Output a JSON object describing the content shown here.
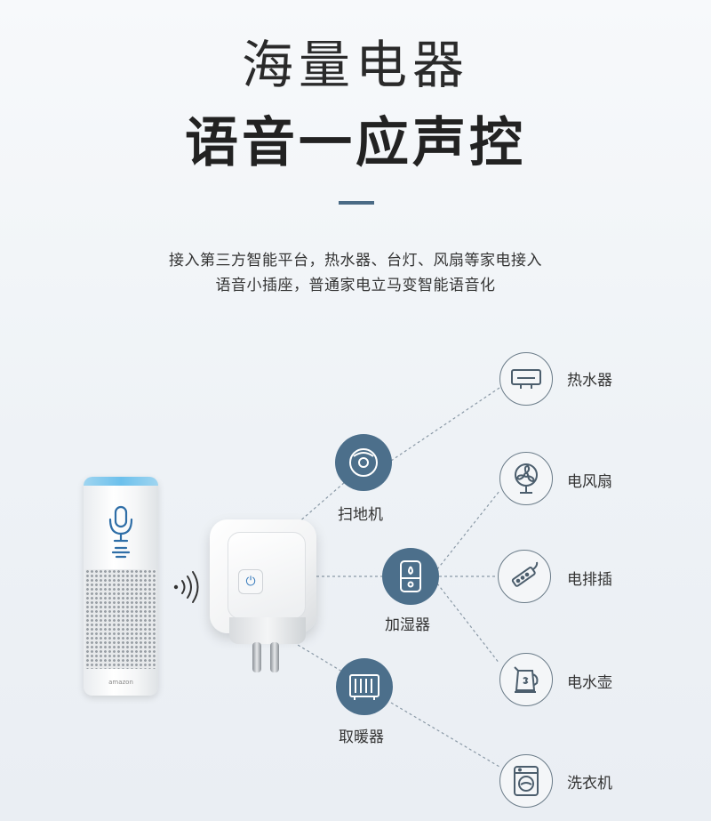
{
  "header": {
    "title_line1": "海量电器",
    "title_line2": "语音一应声控"
  },
  "description": {
    "line1": "接入第三方智能平台，热水器、台灯、风扇等家电接入",
    "line2": "语音小插座，普通家电立马变智能语音化"
  },
  "speaker": {
    "brand_text": "amazon"
  },
  "plug": {
    "power_symbol": "⏻"
  },
  "devices_middle": [
    {
      "label": "扫地机",
      "icon": "robot-vacuum-icon"
    },
    {
      "label": "加湿器",
      "icon": "humidifier-icon"
    },
    {
      "label": "取暖器",
      "icon": "heater-icon"
    }
  ],
  "devices_right": [
    {
      "label": "热水器",
      "icon": "water-heater-icon"
    },
    {
      "label": "电风扇",
      "icon": "fan-icon"
    },
    {
      "label": "电排插",
      "icon": "power-strip-icon"
    },
    {
      "label": "电水壶",
      "icon": "kettle-icon"
    },
    {
      "label": "洗衣机",
      "icon": "washing-machine-icon"
    }
  ],
  "colors": {
    "accent": "#4c6f8b",
    "line": "#8a99a6",
    "divider": "#4a6a85"
  }
}
